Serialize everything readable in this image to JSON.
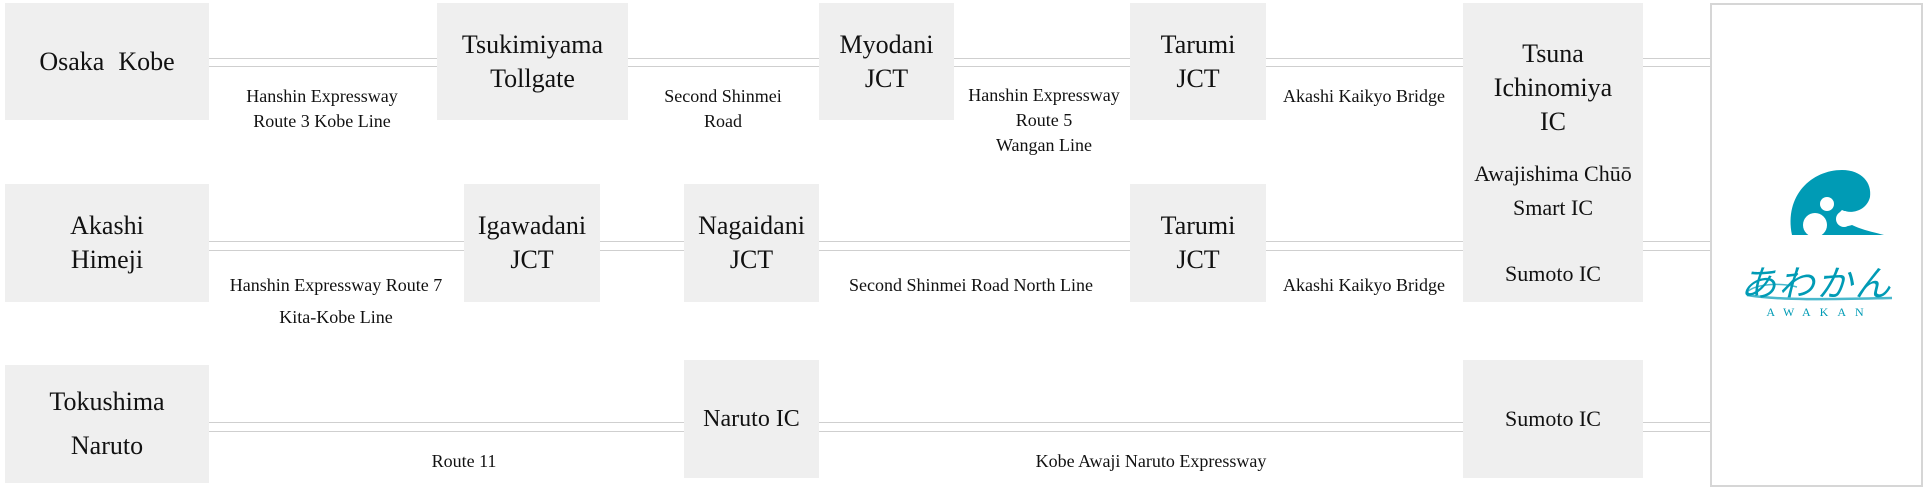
{
  "rows": [
    {
      "origin": [
        "Osaka",
        "Kobe"
      ],
      "nodes": [
        {
          "lines": [
            "Tsukimiyama",
            "Tollgate"
          ]
        },
        {
          "lines": [
            "Myodani",
            "JCT"
          ]
        },
        {
          "lines": [
            "Tarumi",
            "JCT"
          ]
        }
      ],
      "roads": [
        {
          "lines": [
            "Hanshin Expressway",
            "Route 3 Kobe Line"
          ]
        },
        {
          "lines": [
            "Second Shinmei",
            "Road"
          ]
        },
        {
          "lines": [
            "Hanshin Expressway",
            "Route 5",
            "Wangan Line"
          ]
        },
        {
          "lines": [
            "Akashi Kaikyo Bridge"
          ]
        }
      ]
    },
    {
      "origin": [
        "Akashi",
        "Himeji"
      ],
      "nodes": [
        {
          "lines": [
            "Igawadani",
            "JCT"
          ]
        },
        {
          "lines": [
            "Nagaidani",
            "JCT"
          ]
        },
        {
          "lines": [
            "Tarumi",
            "JCT"
          ]
        }
      ],
      "roads": [
        {
          "lines": [
            "Hanshin Expressway Route 7",
            "Kita-Kobe Line"
          ]
        },
        {
          "lines": [
            "Second Shinmei Road North Line"
          ]
        },
        {
          "lines": [
            "Akashi Kaikyo Bridge"
          ]
        }
      ]
    },
    {
      "origin": [
        "Tokushima",
        "Naruto"
      ],
      "nodes": [
        {
          "lines": [
            "Naruto IC"
          ]
        },
        {
          "lines": [
            "Sumoto IC"
          ]
        }
      ],
      "roads": [
        {
          "lines": [
            "Route 11"
          ]
        },
        {
          "lines": [
            "Kobe Awaji Naruto Expressway"
          ]
        }
      ]
    }
  ],
  "awaji_exits": {
    "tsuna": [
      "Tsuna",
      "Ichinomiya",
      "IC"
    ],
    "chuo": [
      "Awajishima Chūō",
      "Smart IC"
    ],
    "sumoto": "Sumoto IC"
  },
  "logo": {
    "kana": "あわかん",
    "name": "AWAKAN",
    "color": "#009bb5"
  },
  "colors": {
    "box": "#efefef",
    "line": "#cfcfcf"
  }
}
